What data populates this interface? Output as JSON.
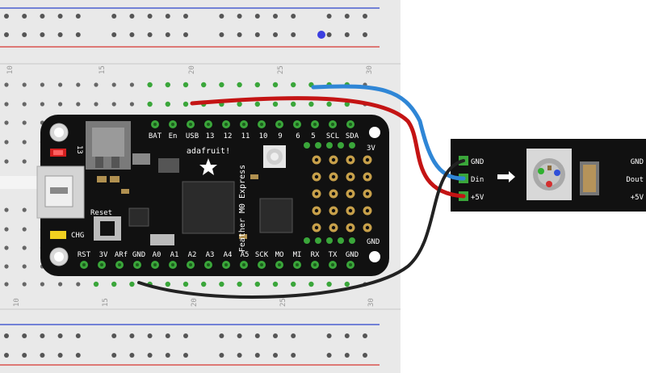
{
  "breadboard": {
    "column_numbers_top": [
      "10",
      "15",
      "20",
      "25",
      "30"
    ],
    "column_numbers_bottom": [
      "10",
      "15",
      "20",
      "25",
      "30"
    ],
    "colors": {
      "board": "#e9e9e9",
      "rail_red": "#d9534f",
      "rail_blue": "#4a5fd0",
      "hole": "#555555",
      "active_hole": "#3aa63a"
    }
  },
  "feather": {
    "brand": "adafruit!",
    "vertical_label": "Feather M0 Express",
    "top_pin_labels": [
      "BAT",
      "En",
      "USB",
      "13",
      "12",
      "11",
      "10",
      "9",
      "6",
      "5",
      "SCL",
      "SDA"
    ],
    "bottom_pin_labels": [
      "RST",
      "3V",
      "ARf",
      "GND",
      "A0",
      "A1",
      "A2",
      "A3",
      "A4",
      "A5",
      "SCK",
      "MO",
      "MI",
      "RX",
      "TX",
      "GND"
    ],
    "right_labels": {
      "top": "3V",
      "bottom": "GND"
    },
    "left_labels": {
      "pin13": "13",
      "charge": "CHG"
    },
    "reset_label": "Reset",
    "colors": {
      "pcb": "#111111",
      "silk": "#ffffff"
    }
  },
  "neopixel": {
    "left_labels": [
      "GND",
      "Din",
      "+5V"
    ],
    "right_labels": [
      "GND",
      "Dout",
      "+5V"
    ],
    "arrow_icon": "arrow-right-icon",
    "colors": {
      "strip": "#111111"
    }
  },
  "wires": [
    {
      "name": "blue-wire",
      "from": "feather 5",
      "to": "neopixel Din",
      "color": "#2f86d6"
    },
    {
      "name": "red-wire",
      "from": "feather USB",
      "to": "neopixel +5V",
      "color": "#c41414"
    },
    {
      "name": "black-wire",
      "from": "feather GND",
      "to": "neopixel GND",
      "color": "#222222"
    }
  ]
}
